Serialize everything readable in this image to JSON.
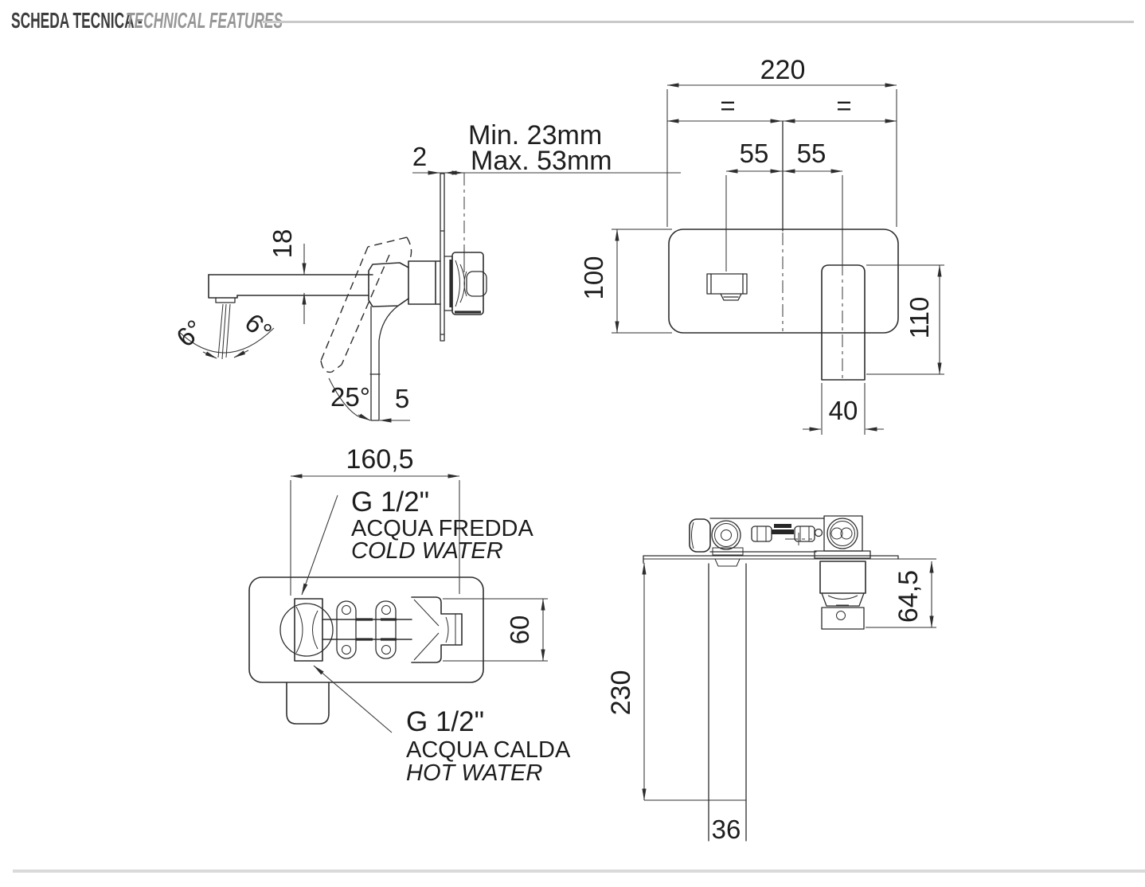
{
  "header": {
    "title_primary": "SCHEDA TECNICA -",
    "title_secondary": "TECHNICAL FEATURES"
  },
  "side_view": {
    "plate_thickness": "2",
    "min_depth": "Min. 23mm",
    "max_depth": "Max. 53mm",
    "spout_height": "18",
    "swivel_left": "6°",
    "swivel_right": "6°",
    "lever_angle": "25°",
    "lever_gap": "5"
  },
  "front_view": {
    "plate_width": "220",
    "equal_left": "=",
    "equal_right": "=",
    "spacing_left": "55",
    "spacing_right": "55",
    "plate_height": "100",
    "spout_drop": "110",
    "spout_width": "40"
  },
  "rear_view": {
    "body_width": "160,5",
    "connection_height": "60",
    "cold": {
      "thread": "G 1/2\"",
      "label_it": "ACQUA FREDDA",
      "label_en": "COLD WATER"
    },
    "hot": {
      "thread": "G 1/2\"",
      "label_it": "ACQUA CALDA",
      "label_en": "HOT WATER"
    }
  },
  "top_view": {
    "spout_depth": "64,5",
    "total_depth": "230",
    "handle_width": "36"
  },
  "colors": {
    "line": "#2d2d2d",
    "title_primary": "#3d3d3d",
    "title_secondary": "#979797",
    "rule": "#c9c9c9"
  }
}
